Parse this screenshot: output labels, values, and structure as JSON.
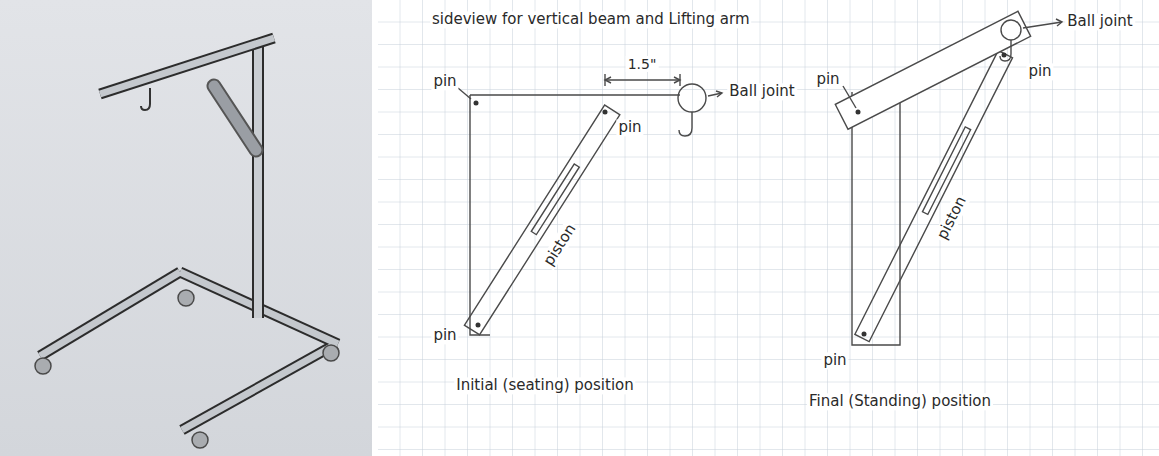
{
  "diagram": {
    "title": "sideview for vertical beam and Lifting arm",
    "labels": [
      "pin",
      "1.5\"",
      "Ball joint",
      "pin",
      "piston",
      "pin",
      "Initial (seating) position",
      "pin",
      "Ball joint",
      "pin",
      "piston",
      "pin",
      "Final (Standing) position"
    ]
  }
}
